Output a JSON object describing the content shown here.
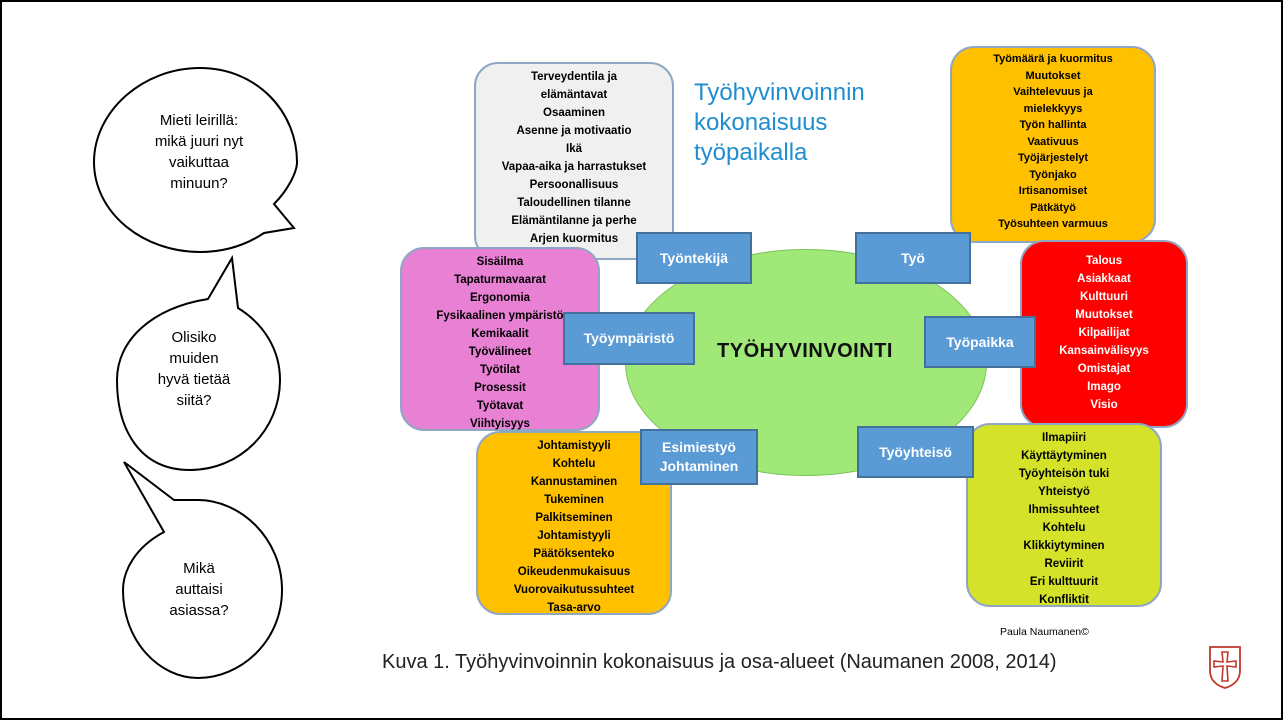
{
  "speech_bubbles": [
    {
      "lines": [
        "Mieti leirillä:",
        "mikä juuri nyt",
        "vaikuttaa",
        "minuun?"
      ]
    },
    {
      "lines": [
        "Olisiko",
        "muiden",
        "hyvä tietää",
        "siitä?"
      ]
    },
    {
      "lines": [
        "Mikä",
        "auttaisi",
        "asiassa?"
      ]
    }
  ],
  "diagram": {
    "title_lines": [
      "Työhyvinvoinnin",
      "kokonaisuus",
      "työpaikalla"
    ],
    "center_label": "TYÖHYVINVOINTI",
    "labels": {
      "tyontekija": "Työntekijä",
      "tyo": "Työ",
      "tyoymparisto": "Työympäristö",
      "tyopaikka": "Työpaikka",
      "esimiestyo_line1": "Esimiestyö",
      "esimiestyo_line2": "Johtaminen",
      "tyoyhteiso": "Työyhteisö"
    },
    "boxes": {
      "tyontekija": [
        "Terveydentila ja",
        "elämäntavat",
        "Osaaminen",
        "Asenne ja motivaatio",
        "Ikä",
        "Vapaa-aika ja harrastukset",
        "Persoonallisuus",
        "Taloudellinen tilanne",
        "Elämäntilanne ja perhe",
        "Arjen kuormitus"
      ],
      "tyo": [
        "Työmäärä ja kuormitus",
        "Muutokset",
        "Vaihtelevuus ja",
        "mielekkyys",
        "Työn hallinta",
        "Vaativuus",
        "Työjärjestelyt",
        "Työnjako",
        "Irtisanomiset",
        "Pätkätyö",
        "Työsuhteen varmuus"
      ],
      "tyoymparisto": [
        "Sisäilma",
        "Tapaturmavaarat",
        "Ergonomia",
        "Fysikaalinen ympäristö",
        "Kemikaalit",
        "Työvälineet",
        "Työtilat",
        "Prosessit",
        "Työtavat",
        "Viihtyisyys"
      ],
      "tyopaikka": [
        "Talous",
        "Asiakkaat",
        "Kulttuuri",
        "Muutokset",
        "Kilpailijat",
        "Kansainvälisyys",
        "Omistajat",
        "Imago",
        "Visio"
      ],
      "esimiestyo": [
        "Johtamistyyli",
        "Kohtelu",
        "Kannustaminen",
        "Tukeminen",
        "Palkitseminen",
        "Johtamistyyli",
        "Päätöksenteko",
        "Oikeudenmukaisuus",
        "Vuorovaikutussuhteet",
        "Tasa-arvo"
      ],
      "tyoyhteiso": [
        "Ilmapiiri",
        "Käyttäytyminen",
        "Työyhteisön tuki",
        "Yhteistyö",
        "Ihmissuhteet",
        "Kohtelu",
        "Klikkiytyminen",
        "Reviirit",
        "Eri kulttuurit",
        "Konfliktit"
      ]
    },
    "credit": "Paula Naumanen©",
    "caption": "Kuva 1. Työhyvinvoinnin kokonaisuus ja osa-alueet (Naumanen 2008, 2014)"
  },
  "colors": {
    "title": "#1f8dcf",
    "label_bg": "#5b9bd5",
    "ellipse": "#a0e878",
    "box_gray": "#f0f0f0",
    "box_orange": "#ffc000",
    "box_pink": "#e880d4",
    "box_red": "#ff0000",
    "box_green": "#d4e22a"
  },
  "logo_icon": "cross-shield-icon"
}
